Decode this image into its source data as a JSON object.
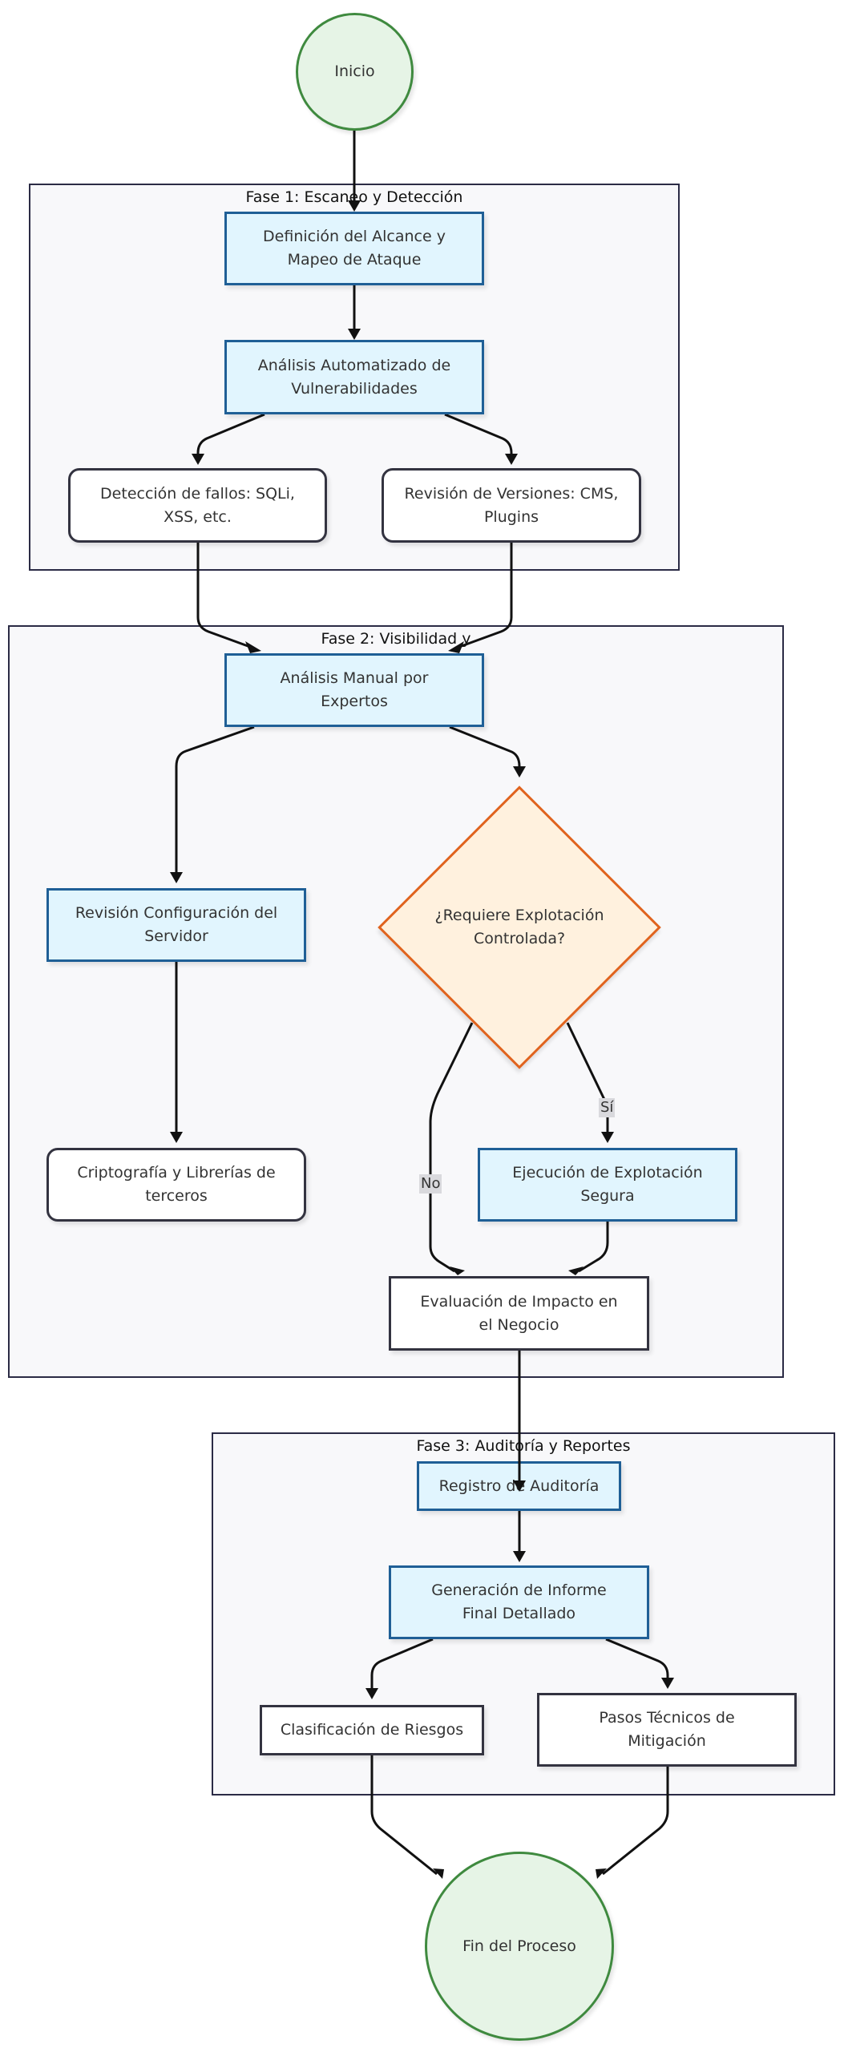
{
  "phases": {
    "p1": "Fase 1: Escaneo y Detección",
    "p2": "Fase 2: Visibilidad y",
    "p3": "Fase 3: Auditoría y Reportes"
  },
  "nodes": {
    "inicio": "Inicio",
    "alcance": [
      "Definición del Alcance y",
      "Mapeo de Ataque"
    ],
    "automatizado": [
      "Análisis Automatizado de",
      "Vulnerabilidades"
    ],
    "fallos": [
      "Detección de fallos: SQLi,",
      "XSS, etc."
    ],
    "versiones": [
      "Revisión de Versiones: CMS,",
      "Plugins"
    ],
    "manual": [
      "Análisis Manual por",
      "Expertos"
    ],
    "configuracion": [
      "Revisión Configuración del",
      "Servidor"
    ],
    "decision": [
      "¿Requiere Explotación",
      "Controlada?"
    ],
    "criptografia": [
      "Criptografía y Librerías de",
      "terceros"
    ],
    "explotacion": [
      "Ejecución de Explotación",
      "Segura"
    ],
    "impacto": [
      "Evaluación de Impacto en",
      "el Negocio"
    ],
    "registro": "Registro de Auditoría",
    "informe": [
      "Generación de Informe",
      "Final Detallado"
    ],
    "riesgos": "Clasificación de Riesgos",
    "pasos": [
      "Pasos Técnicos de",
      "Mitigación"
    ],
    "fin": "Fin del Proceso"
  },
  "edge_labels": {
    "yes": "Sí",
    "no": "No"
  },
  "colors": {
    "process_fill": "#e1f5fe",
    "process_border": "#1f5f96",
    "decision_fill": "#fff1de",
    "decision_border": "#e0631e",
    "terminal_fill": "#e6f4e6",
    "terminal_border": "#3f8a3f",
    "phase_fill": "#f8f8fa",
    "phase_border": "#2b2b45"
  }
}
